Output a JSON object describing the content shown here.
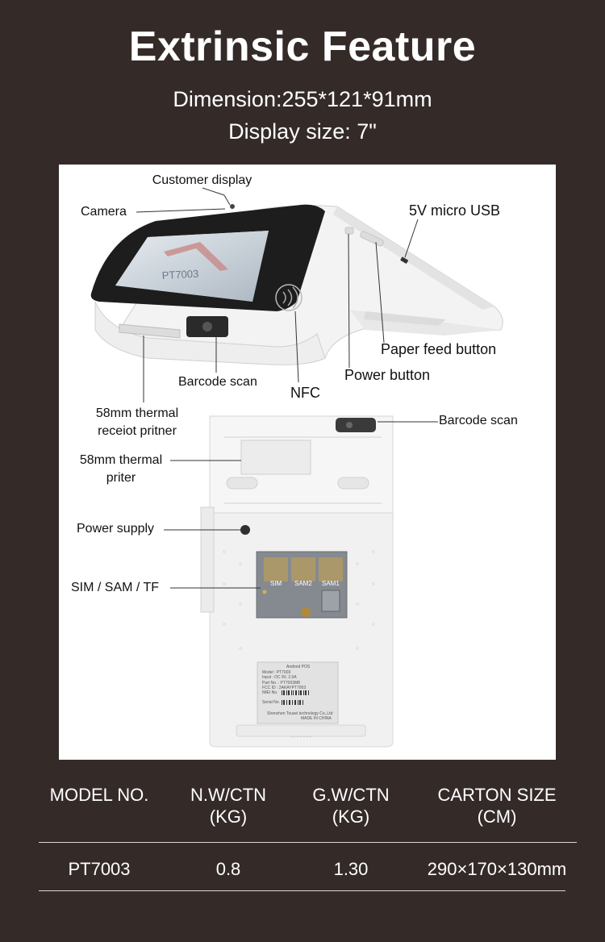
{
  "header": {
    "title": "Extrinsic Feature",
    "dimension": "Dimension:255*121*91mm",
    "display_size": "Display size: 7\""
  },
  "device": {
    "screen_text": "PT7003",
    "callouts": {
      "customer_display": "Customer display",
      "camera": "Camera",
      "micro_usb": "5V micro USB",
      "paper_feed_button": "Paper feed button",
      "power_button": "Power button",
      "barcode_scan_front": "Barcode scan",
      "nfc": "NFC",
      "thermal_receipt_printer": "58mm thermal\nreceiot pritner",
      "barcode_scan_back": "Barcode scan",
      "thermal_printer": "58mm thermal\npriter",
      "power_supply": "Power supply",
      "sim_sam_tf": "SIM / SAM / TF"
    },
    "slot_labels": [
      "SIM",
      "SAM2",
      "SAM1"
    ],
    "sticker": {
      "line1": "Android POS",
      "line2": "Model : PT7003",
      "line3": "Input : DC 9V, 2.5A",
      "line4": "Part No. : PT7003M8",
      "line5": "FCC ID : 2AKAYPT7003",
      "line6": "IMEI No.",
      "line7": "Serial No.",
      "line8": "Shenzhen Tousei technology Co.,Ltd",
      "line9": "MADE IN CHINA"
    }
  },
  "specs": {
    "headers": [
      "MODEL NO.",
      "N.W/CTN\n(KG)",
      "G.W/CTN\n(KG)",
      "CARTON SIZE\n(CM)"
    ],
    "rows": [
      [
        "PT7003",
        "0.8",
        "1.30",
        "290×170×130mm"
      ]
    ]
  }
}
